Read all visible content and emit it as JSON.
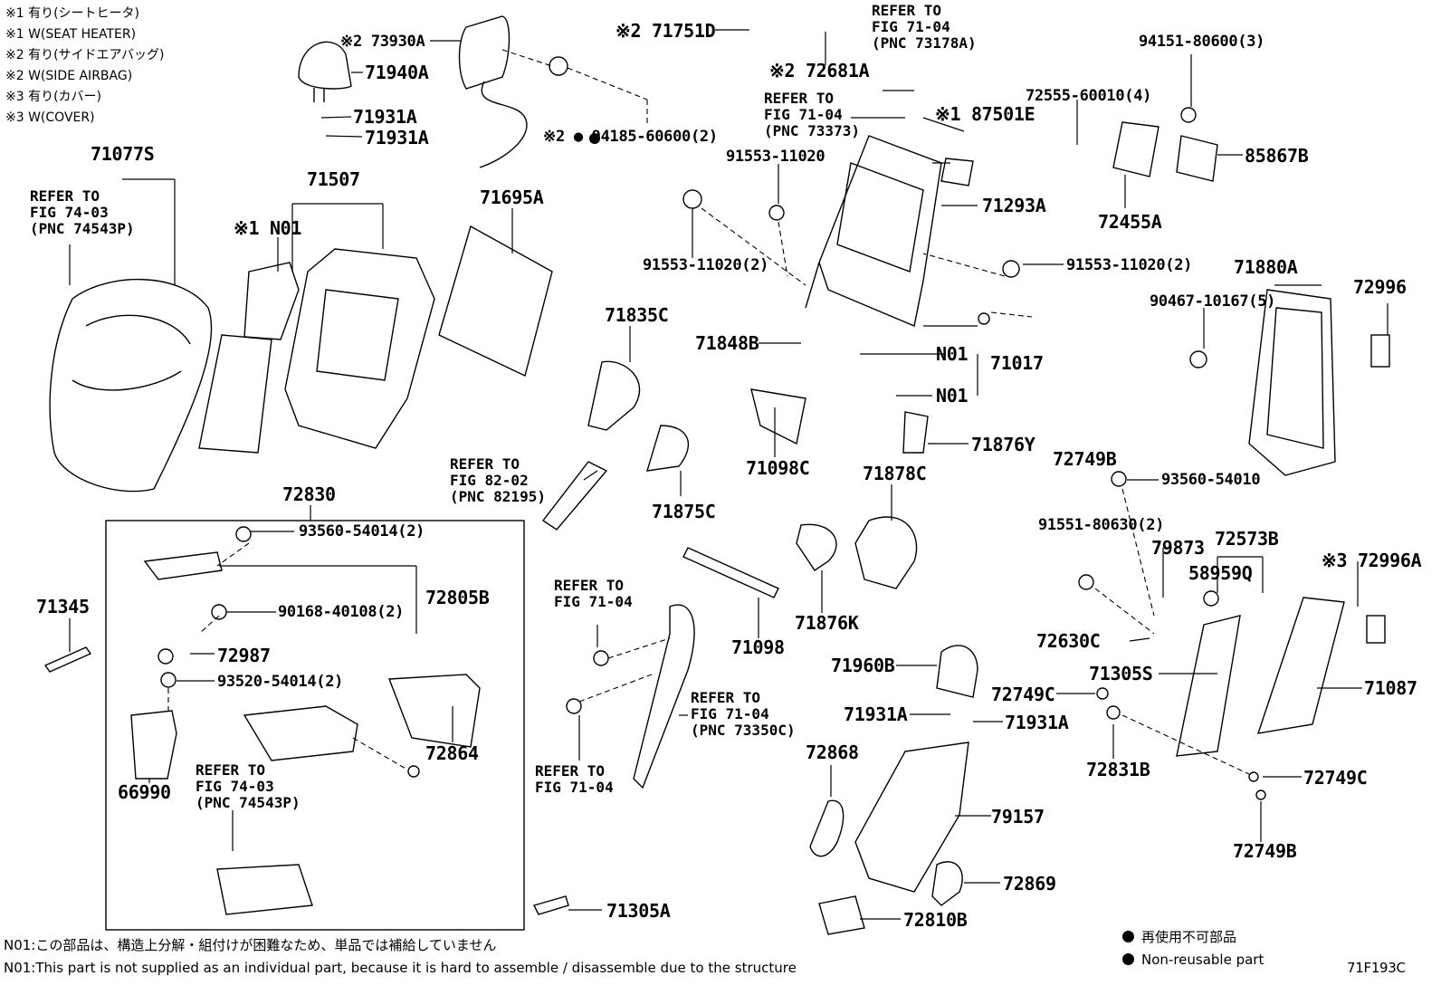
{
  "legend_notes": [
    "※1 有り(シートヒータ)",
    "※1 W(SEAT HEATER)",
    "※2 有り(サイドエアバッグ)",
    "※2 W(SIDE AIRBAG)",
    "※3 有り(カバー)",
    "※3 W(COVER)"
  ],
  "parts": {
    "p73930A": "※2 73930A",
    "p71940A": "71940A",
    "p71931A_1": "71931A",
    "p71931A_2": "71931A",
    "p94185": "※2 ● 94185-60600(2)",
    "p71751D": "※2 71751D",
    "p72681A": "※2 72681A",
    "p87501E": "※1 87501E",
    "p91553_a": "91553-11020",
    "p71293A": "71293A",
    "p91553_b": "91553-11020(2)",
    "p91553_c": "91553-11020(2)",
    "p94151": "94151-80600(3)",
    "p72555": "72555-60010(4)",
    "p85867B": "85867B",
    "p72455A": "72455A",
    "p71077S": "71077S",
    "p71507": "71507",
    "pN01_a": "※1 N01",
    "p71695A": "71695A",
    "p71835C": "71835C",
    "p71848B": "71848B",
    "pN01_b": "N01",
    "pN01_c": "N01",
    "p71017": "71017",
    "p71880A": "71880A",
    "p72996": "72996",
    "p90467": "90467-10167(5)",
    "p71098C": "71098C",
    "p71876Y": "71876Y",
    "p72749B_a": "72749B",
    "p93560_54010": "93560-54010",
    "p71875C": "71875C",
    "p71878C": "71878C",
    "p72830": "72830",
    "p93560_54014": "93560-54014(2)",
    "p72805B": "72805B",
    "p90168": "90168-40108(2)",
    "p72987": "72987",
    "p93520": "93520-54014(2)",
    "p72864": "72864",
    "p66990": "66990",
    "p71345": "71345",
    "p71098": "71098",
    "p71876K": "71876K",
    "p91551": "91551-80630(2)",
    "p79873": "79873",
    "p72573B": "72573B",
    "p58959Q": "58959Q",
    "p72996A": "※3 72996A",
    "p72630C": "72630C",
    "p71305S": "71305S",
    "p71087": "71087",
    "p71960B": "71960B",
    "p72749C_a": "72749C",
    "p71931A_3": "71931A",
    "p71931A_4": "71931A",
    "p72831B": "72831B",
    "p72749C_b": "72749C",
    "p72868": "72868",
    "p79157": "79157",
    "p72749B_b": "72749B",
    "p72869": "72869",
    "p71305A": "71305A",
    "p72810B": "72810B"
  },
  "refers": {
    "r_top": "REFER TO\nFIG 71-04\n(PNC 73178A)",
    "r_73373": "REFER TO\nFIG 71-04\n(PNC 73373)",
    "r_74543_a": "REFER TO\nFIG 74-03\n(PNC 74543P)",
    "r_82195": "REFER TO\nFIG 82-02\n(PNC 82195)",
    "r_7104_a": "REFER TO\nFIG 71-04",
    "r_73350C": "REFER TO\nFIG 71-04\n(PNC 73350C)",
    "r_7104_b": "REFER TO\nFIG 71-04",
    "r_74543_b": "REFER TO\nFIG 74-03\n(PNC 74543P)"
  },
  "footer": {
    "n01_jp": "N01:この部品は、構造上分解・組付けが困難なため、単品では補給していません",
    "n01_en": "N01:This part is not supplied as an individual part, because it is hard to assemble / disassemble due to the structure",
    "legend_jp": "再使用不可部品",
    "legend_en": "Non-reusable part",
    "fig_code": "71F193C"
  }
}
